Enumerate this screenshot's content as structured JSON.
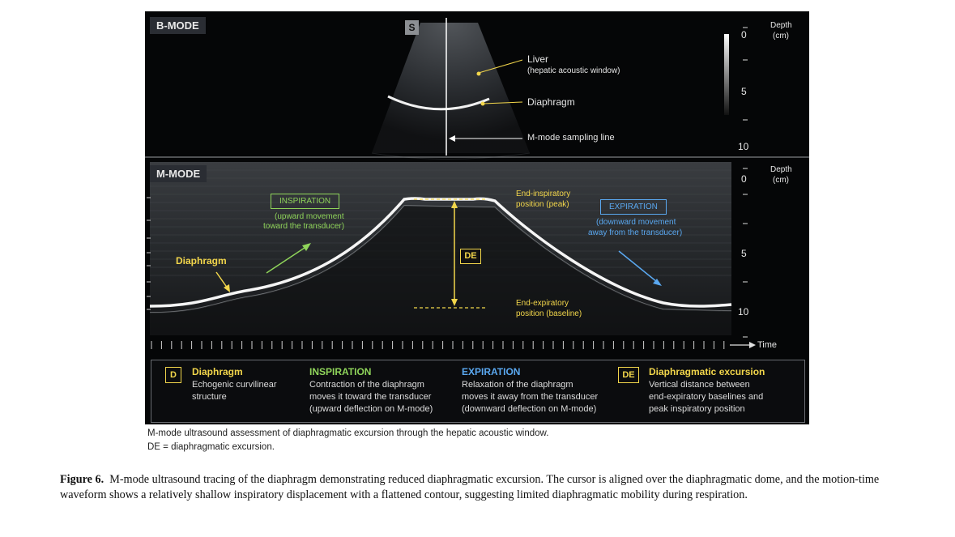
{
  "bmode": {
    "label": "B-MODE",
    "orientation_marker": "S",
    "liver_label": "Liver",
    "liver_sub": "(hepatic acoustic window)",
    "diaphragm_label": "Diaphragm",
    "sampling_label": "M-mode sampling line",
    "depth_title": "Depth",
    "depth_unit": "(cm)",
    "depth_ticks": [
      "0",
      "5",
      "10"
    ]
  },
  "mmode": {
    "label": "M-MODE",
    "depth_title": "Depth",
    "depth_unit": "(cm)",
    "depth_ticks": [
      "0",
      "5",
      "10"
    ],
    "time_label": "Time",
    "diaphragm_label": "Diaphragm",
    "inspiration_box": "INSPIRATION",
    "inspiration_sub1": "(upward movement",
    "inspiration_sub2": "toward the transducer)",
    "expiration_box": "EXPIRATION",
    "expiration_sub1": "(downward movement",
    "expiration_sub2": "away from the transducer)",
    "end_insp_1": "End-inspiratory",
    "end_insp_2": "position (peak)",
    "end_exp_1": "End-expiratory",
    "end_exp_2": "position (baseline)",
    "de_label": "DE"
  },
  "legend": {
    "d_key": "D",
    "d_title": "Diaphragm",
    "d_text1": "Echogenic curvilinear",
    "d_text2": "structure",
    "insp_title": "INSPIRATION",
    "insp_text1": "Contraction of the diaphragm",
    "insp_text2": "moves it toward the transducer",
    "insp_text3": "(upward deflection on M-mode)",
    "exp_title": "EXPIRATION",
    "exp_text1": "Relaxation of the diaphragm",
    "exp_text2": "moves it away from the transducer",
    "exp_text3": "(downward deflection on M-mode)",
    "de_key": "DE",
    "de_title": "Diaphragmatic excursion",
    "de_text1": "Vertical distance between",
    "de_text2": "end-expiratory baselines and",
    "de_text3": "peak inspiratory position"
  },
  "inner_caption": {
    "line1": "M-mode ultrasound assessment of diaphragmatic excursion through the hepatic acoustic window.",
    "line2": "DE = diaphragmatic excursion."
  },
  "figure_caption": {
    "label": "Figure 6.",
    "text": "M-mode ultrasound tracing of the diaphragm demonstrating reduced diaphragmatic excursion. The cursor is aligned over the diaphragmatic dome, and the motion-time waveform shows a relatively shallow inspiratory displacement with a flattened contour, suggesting limited diaphragmatic mobility during respiration."
  },
  "colors": {
    "yellow": "#f2d64b",
    "green": "#8fd45a",
    "blue": "#5aa8f0"
  }
}
